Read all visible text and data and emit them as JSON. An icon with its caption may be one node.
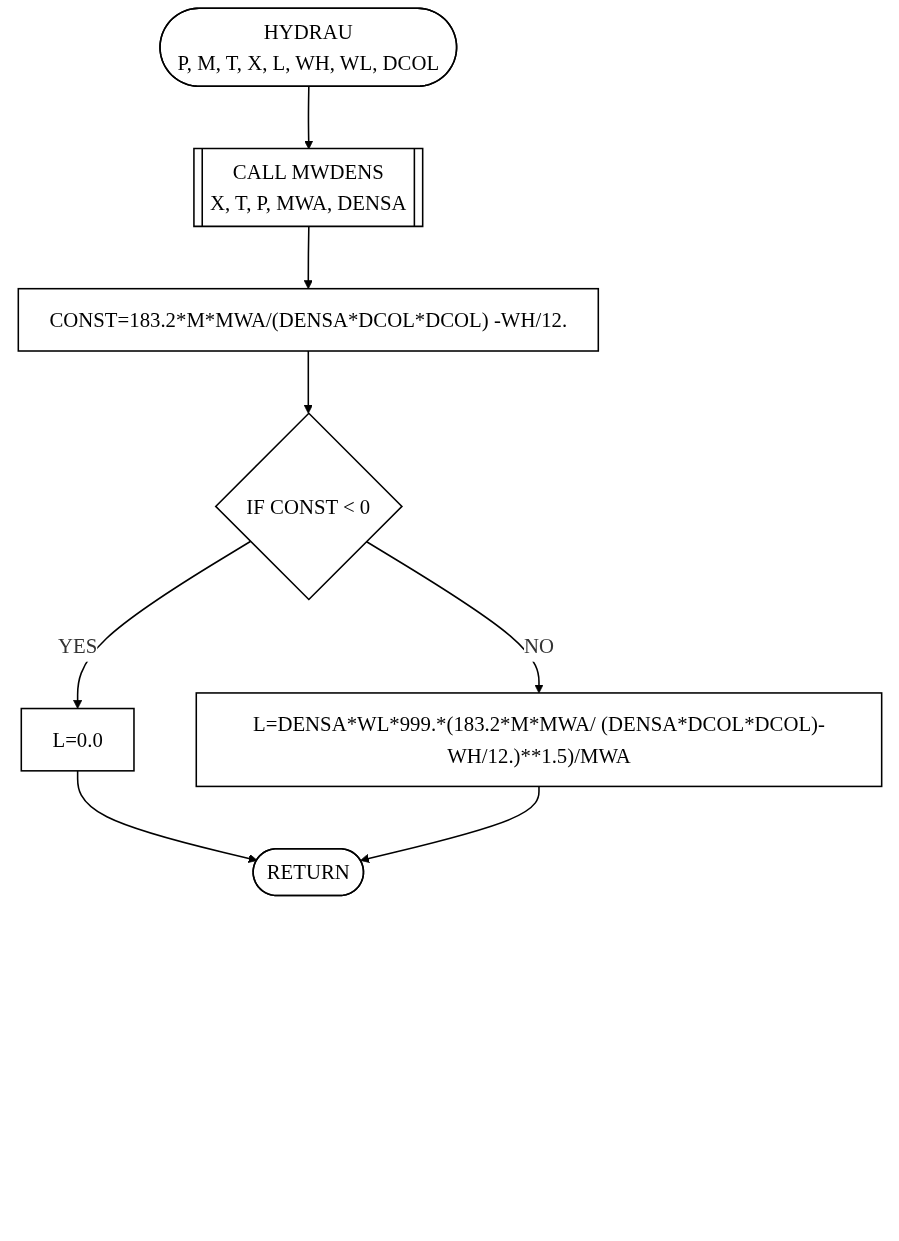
{
  "diagram": {
    "nodes": [
      {
        "text": [
          "HYDRAU",
          "P, M, T, X, L, WH, WL, DCOL"
        ]
      },
      {
        "text": [
          "CALL MWDENS",
          "X, T, P, MWA, DENSA"
        ]
      },
      {
        "text": [
          "CONST=183.2*M*MWA/(DENSA*DCOL*DCOL) -WH/12."
        ]
      },
      {
        "text": [
          "IF CONST < 0"
        ]
      },
      {
        "text": [
          "L=0.0"
        ]
      },
      {
        "text": [
          "L=DENSA*WL*999.*(183.2*M*MWA/ (DENSA*DCOL*DCOL)-WH/12.)**1.5)/MWA"
        ]
      },
      {
        "text": [
          "RETURN"
        ]
      }
    ],
    "edges": [
      {
        "from": 0,
        "to": 1,
        "arrow": "to"
      },
      {
        "from": 1,
        "to": 2,
        "arrow": "to"
      },
      {
        "from": 2,
        "to": 3,
        "arrow": "to"
      },
      {
        "from": 3,
        "to": 4,
        "arrow": "to",
        "label": "YES"
      },
      {
        "from": 3,
        "to": 5,
        "arrow": "to",
        "label": "NO"
      },
      {
        "from": 4,
        "to": 6,
        "arrow": "to"
      },
      {
        "from": 5,
        "to": 6,
        "arrow": "to"
      }
    ]
  }
}
